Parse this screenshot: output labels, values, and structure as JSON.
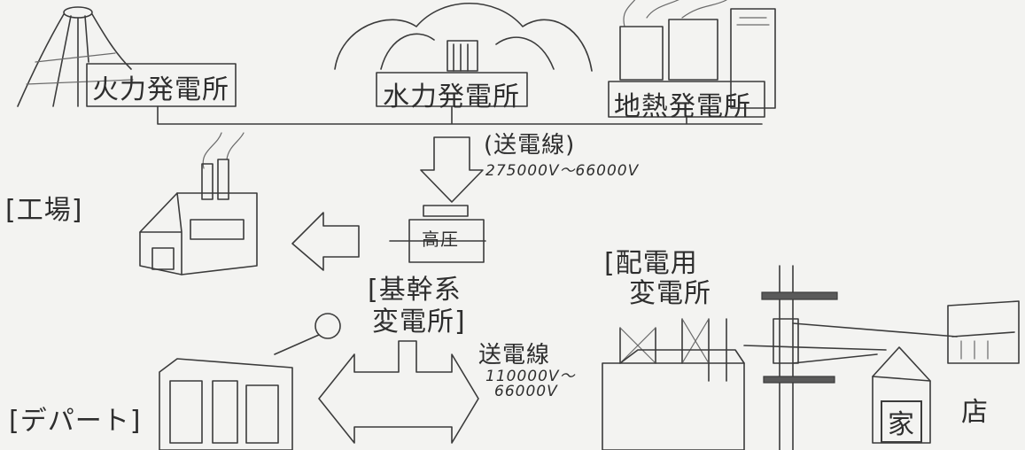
{
  "plants": {
    "thermal": "火力発電所",
    "hydro": "水力発電所",
    "geothermal": "地熱発電所"
  },
  "upper_line": {
    "label": "(送電線)",
    "voltage": "275000V～66000V"
  },
  "substation": {
    "sign": "高圧",
    "label_line1": "[基幹系",
    "label_line2": "変電所]"
  },
  "factory": {
    "label": "[工場]"
  },
  "department_store": {
    "label": "[デパート]"
  },
  "lower_line": {
    "label": "送電線",
    "voltage_line1": "110000V～",
    "voltage_line2": "66000V"
  },
  "distribution": {
    "label_line1": "[配電用",
    "label_line2": "変電所"
  },
  "house": {
    "label": "家"
  },
  "shop": {
    "label": "店"
  }
}
